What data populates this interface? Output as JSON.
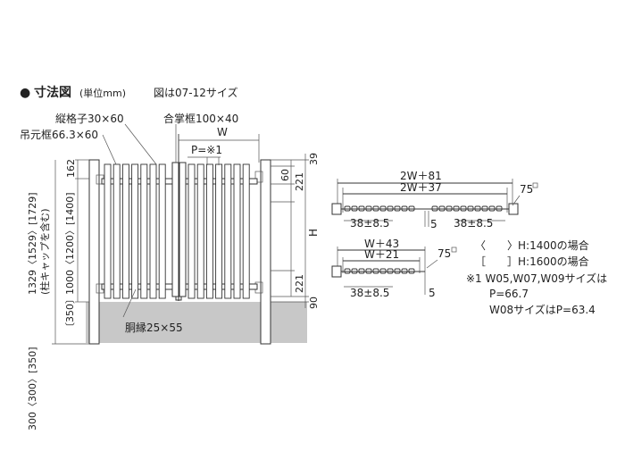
{
  "title": {
    "bullet": "●",
    "main": "寸法図",
    "unit": "(単位mm)",
    "note": "図は07-12サイズ"
  },
  "front": {
    "slat_label": "縦格子30×60",
    "gassho_label": "合掌框100×40",
    "hinge_post_label": "吊元框66.3×60",
    "rail_label": "胴縁25×55",
    "W": "W",
    "P": "P=※1",
    "H": "H",
    "dim_39": "39",
    "dim_60": "60",
    "dim_221_top": "221",
    "dim_221_bot": "221",
    "dim_90": "90",
    "dim_162": "162",
    "left_dim_1": "1329〈1529〉[1729]",
    "left_dim_1b": "(柱キャップを含む)",
    "left_dim_2": "1000〈1200〉[1400]",
    "left_dim_3": "300〈300〉[350]"
  },
  "plan_double": {
    "outer": "2W＋81",
    "inner": "2W＋37",
    "angle": "75",
    "left_gap": "38±8.5",
    "right_gap": "38±8.5",
    "center": "5"
  },
  "plan_single": {
    "outer": "W＋43",
    "inner": "W＋21",
    "angle": "75",
    "left_gap": "38±8.5",
    "center": "5"
  },
  "notes": {
    "legend_1400": "〈　　〉H:1400の場合",
    "legend_1600": "［　　］H:1600の場合",
    "note1": "※1 W05,W07,W09サイズは",
    "note1b": "P=66.7",
    "note2": "W08サイズはP=63.4"
  }
}
